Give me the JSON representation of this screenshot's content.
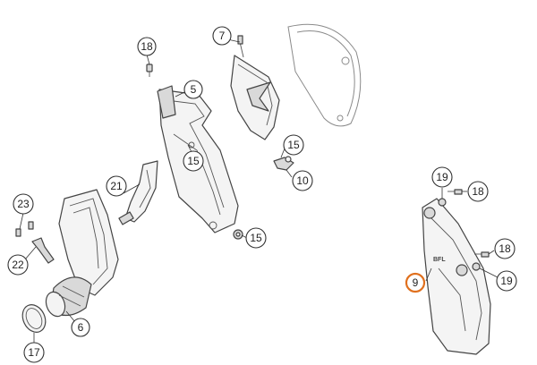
{
  "diagram": {
    "callouts": [
      {
        "id": "c18a",
        "label": "18"
      },
      {
        "id": "c7",
        "label": "7"
      },
      {
        "id": "c5",
        "label": "5"
      },
      {
        "id": "c15a",
        "label": "15"
      },
      {
        "id": "c15b",
        "label": "15"
      },
      {
        "id": "c10",
        "label": "10"
      },
      {
        "id": "c21",
        "label": "21"
      },
      {
        "id": "c15c",
        "label": "15"
      },
      {
        "id": "c23",
        "label": "23"
      },
      {
        "id": "c22",
        "label": "22"
      },
      {
        "id": "c6",
        "label": "6"
      },
      {
        "id": "c17",
        "label": "17"
      },
      {
        "id": "c19a",
        "label": "19"
      },
      {
        "id": "c18b",
        "label": "18"
      },
      {
        "id": "c18c",
        "label": "18"
      },
      {
        "id": "c19b",
        "label": "19"
      },
      {
        "id": "c9",
        "label": "9",
        "highlighted": true
      }
    ],
    "highlight_color": "#e0701e"
  }
}
